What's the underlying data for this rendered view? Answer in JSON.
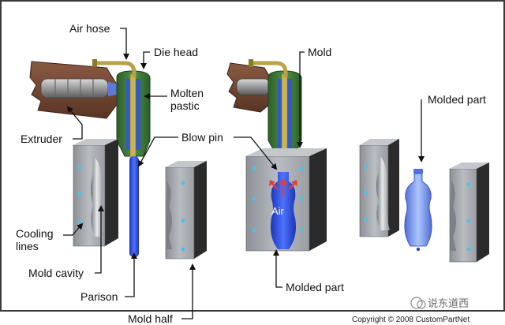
{
  "labels": {
    "air_hose": "Air hose",
    "die_head": "Die head",
    "molten_plastic_line1": "Molten",
    "molten_plastic_line2": "pastic",
    "blow_pin": "Blow pin",
    "extruder": "Extruder",
    "cooling_lines_line1": "Cooling",
    "cooling_lines_line2": "lines",
    "mold_cavity": "Mold cavity",
    "parison": "Parison",
    "mold_half": "Mold half",
    "mold": "Mold",
    "molded_part_top": "Molded part",
    "molded_part_bottom": "Molded part",
    "air": "Air"
  },
  "watermark": "说东道西",
  "copyright": "Copyright © 2008 CustomPartNet",
  "colors": {
    "frame": "#3a3a3a",
    "mold_face": "#a8acb1",
    "mold_side": "#2b2b2b",
    "cooling_dot": "#4cc3e6",
    "extruder": "#7a4a34",
    "die_head": "#3e7a3a",
    "hose": "#b7a24a",
    "plastic": "#2f52e0",
    "air_arrow": "#e23c3c"
  }
}
